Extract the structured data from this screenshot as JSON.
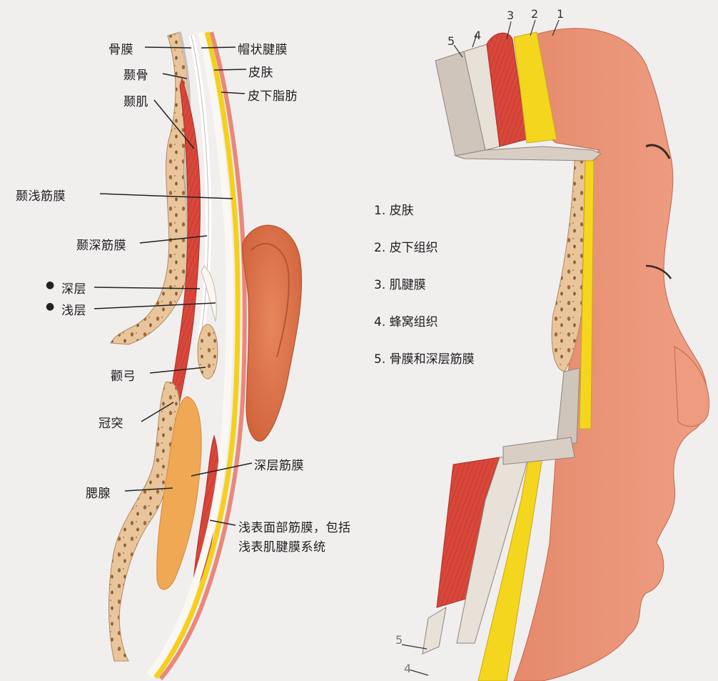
{
  "left_panel": {
    "labels": {
      "periosteum": "骨膜",
      "temporal_bone": "颞骨",
      "temporalis_muscle": "颞肌",
      "superficial_temporal_fascia": "颞浅筋膜",
      "deep_temporal_fascia": "颞深筋膜",
      "deep_layer": "深层",
      "superficial_layer": "浅层",
      "zygomatic_arch": "颧弓",
      "coronoid_process": "冠突",
      "parotid_gland": "腮腺",
      "galea_aponeurotica": "帽状腱膜",
      "skin": "皮肤",
      "subcutaneous_fat": "皮下脂肪",
      "deep_fascia": "深层筋膜",
      "superficial_facial_fascia_line1": "浅表面部筋膜，包括",
      "superficial_facial_fascia_line2": "浅表肌腱膜系统"
    }
  },
  "right_panel": {
    "layer_numbers": [
      "1",
      "2",
      "3",
      "4",
      "5"
    ],
    "legend": [
      "1. 皮肤",
      "2. 皮下组织",
      "3. 肌腱膜",
      "4. 蜂窝组织",
      "5. 骨膜和深层筋膜"
    ]
  },
  "colors": {
    "background": "#f1eeee",
    "skin": "#e9977c",
    "fat": "#f5d61e",
    "muscle": "#d8463a",
    "bone": "#e9c79d",
    "periosteum": "#cfc4b8",
    "gland": "#f0a855"
  }
}
